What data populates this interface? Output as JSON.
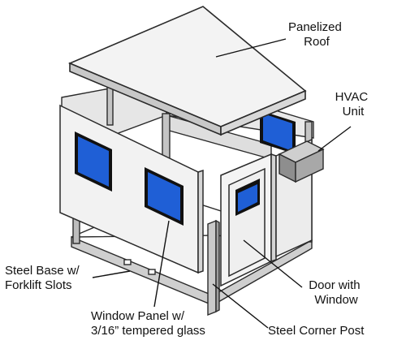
{
  "colors": {
    "panel": "#f2f2f2",
    "panel_shade": "#e2e2e2",
    "roof_edge": "#c8c8c8",
    "outline": "#2a2a2a",
    "window_fill": "#1f5fd6",
    "window_frame": "#111111",
    "steel": "#bdbdbd",
    "hvac": "#9e9e9e"
  },
  "labels": {
    "roof": [
      "Panelized",
      "Roof"
    ],
    "hvac": [
      "HVAC",
      "Unit"
    ],
    "base": [
      "Steel Base w/",
      "Forklift Slots"
    ],
    "door": [
      "Door with",
      "Window"
    ],
    "window_panel": [
      "Window Panel w/",
      "3/16” tempered glass"
    ],
    "corner_post": [
      "Steel Corner Post"
    ]
  }
}
